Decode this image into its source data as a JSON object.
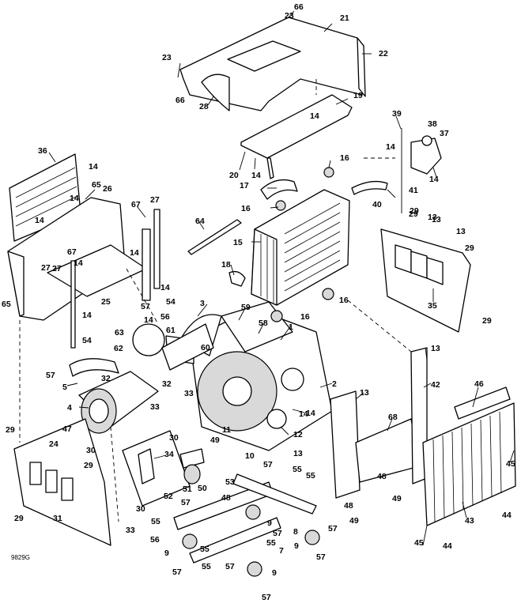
{
  "figure": {
    "id": "9829G"
  },
  "callouts": [
    "66",
    "23",
    "21",
    "22",
    "23",
    "66",
    "28",
    "19",
    "14",
    "20",
    "14",
    "16",
    "17",
    "16",
    "15",
    "18",
    "36",
    "14",
    "14",
    "65",
    "26",
    "14",
    "65",
    "27",
    "27",
    "14",
    "25",
    "67",
    "14",
    "67",
    "27",
    "14",
    "14",
    "54",
    "57",
    "54",
    "14",
    "57",
    "64",
    "3",
    "59",
    "58",
    "1",
    "16",
    "16",
    "63",
    "56",
    "61",
    "62",
    "60",
    "32",
    "5",
    "32",
    "33",
    "2",
    "4",
    "33",
    "11",
    "14",
    "12",
    "47",
    "30",
    "30",
    "10",
    "13",
    "49",
    "34",
    "29",
    "24",
    "29",
    "31",
    "29",
    "33",
    "52",
    "51",
    "53",
    "50",
    "57",
    "55",
    "30",
    "55",
    "48",
    "48",
    "9",
    "7",
    "9",
    "57",
    "55",
    "57",
    "56",
    "55",
    "57",
    "55",
    "57",
    "9",
    "57",
    "55",
    "49",
    "57",
    "9",
    "8",
    "57",
    "13",
    "42",
    "13",
    "68",
    "46",
    "48",
    "49",
    "29",
    "13",
    "35",
    "39",
    "38",
    "37",
    "14",
    "14",
    "41",
    "40",
    "29",
    "13",
    "13",
    "29",
    "29",
    "14",
    "43",
    "45",
    "45",
    "44",
    "44"
  ]
}
